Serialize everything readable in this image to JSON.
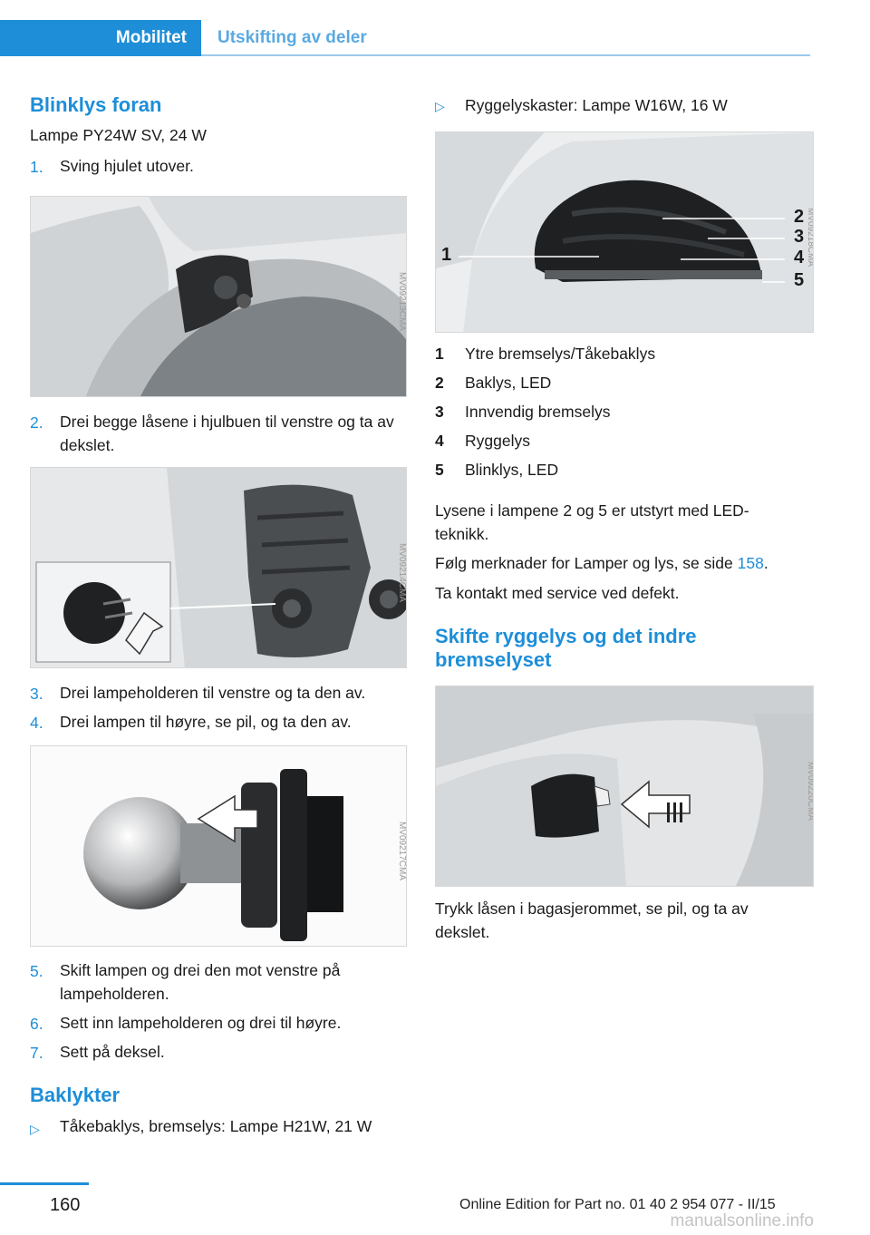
{
  "header": {
    "tab_active": "Mobilitet",
    "tab_inactive": "Utskifting av deler"
  },
  "left": {
    "heading": "Blinklys foran",
    "subline": "Lampe PY24W SV, 24 W",
    "steps": [
      {
        "n": "1.",
        "text": "Sving hjulet utover."
      },
      {
        "n": "2.",
        "text": "Drei begge låsene i hjulbuen til venstre og ta av dekslet."
      },
      {
        "n": "3.",
        "text": "Drei lampeholderen til venstre og ta den av."
      },
      {
        "n": "4.",
        "text": "Drei lampen til høyre, se pil, og ta den av."
      },
      {
        "n": "5.",
        "text": "Skift lampen og drei den mot venstre på lampeholderen."
      },
      {
        "n": "6.",
        "text": "Sett inn lampeholderen og drei til høyre."
      },
      {
        "n": "7.",
        "text": "Sett på deksel."
      }
    ],
    "fig_codes": [
      "MV09213CMA",
      "MV09214CMA",
      "MV09217CMA"
    ],
    "heading2": "Baklykter",
    "bullet1": "Tåkebaklys, bremselys: Lampe H21W, 21 W"
  },
  "right": {
    "bullet": "Ryggelyskaster: Lampe W16W, 16 W",
    "fig_labels": [
      "1",
      "2",
      "3",
      "4",
      "5"
    ],
    "fig_codes": [
      "MV09218CMA",
      "MV09220CMA"
    ],
    "legend": [
      {
        "n": "1",
        "text": "Ytre bremselys/Tåkebaklys"
      },
      {
        "n": "2",
        "text": "Baklys, LED"
      },
      {
        "n": "3",
        "text": "Innvendig bremselys"
      },
      {
        "n": "4",
        "text": "Ryggelys"
      },
      {
        "n": "5",
        "text": "Blinklys, LED"
      }
    ],
    "para1": "Lysene i lampene 2 og 5 er utstyrt med LED-teknikk.",
    "para2_pre": "Følg merknader for Lamper og lys, se side ",
    "para2_link": "158",
    "para2_post": ".",
    "para3": "Ta kontakt med service ved defekt.",
    "heading": "Skifte ryggelys og det indre bremselyset",
    "para4": "Trykk låsen i bagasjerommet, se pil, og ta av dekslet."
  },
  "footer": {
    "page": "160",
    "edition": "Online Edition for Part no. 01 40 2 954 077 - II/15",
    "watermark": "manualsonline.info"
  }
}
